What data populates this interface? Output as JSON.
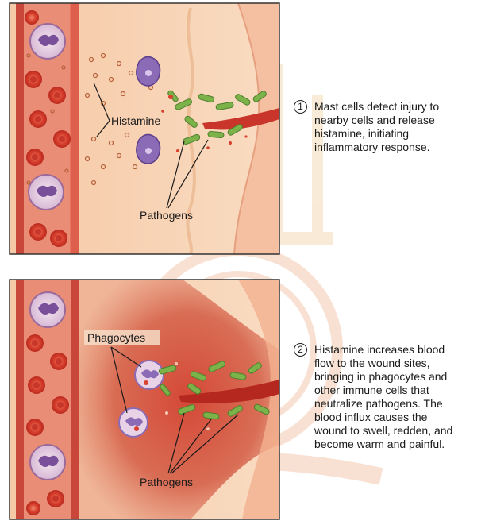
{
  "panels": [
    {
      "labels": {
        "histamine": "Histamine",
        "pathogens": "Pathogens"
      },
      "step": {
        "number": "1",
        "text": "Mast cells detect injury to\nnearby cells and release\nhistamine, initiating\ninflammatory response."
      }
    },
    {
      "labels": {
        "phagocytes": "Phagocytes",
        "pathogens": "Pathogens"
      },
      "step": {
        "number": "2",
        "text": "Histamine increases blood\nflow to the wound sites,\nbringing in phagocytes and\nother immune cells that\nneutralize pathogens. The\nblood influx causes the\nwound to swell, redden, and\nbecome warm and painful."
      }
    }
  ],
  "colors": {
    "tissue": "#f7cfae",
    "vessel_wall": "#c8463a",
    "vessel_lumen": "#e9826f",
    "red_cell": "#d9402e",
    "bacteria": "#7bb24a",
    "mast_cell": "#8b6bb5",
    "inflamed": "#c9352a"
  },
  "watermark": "Suranaree University of Technology seal"
}
